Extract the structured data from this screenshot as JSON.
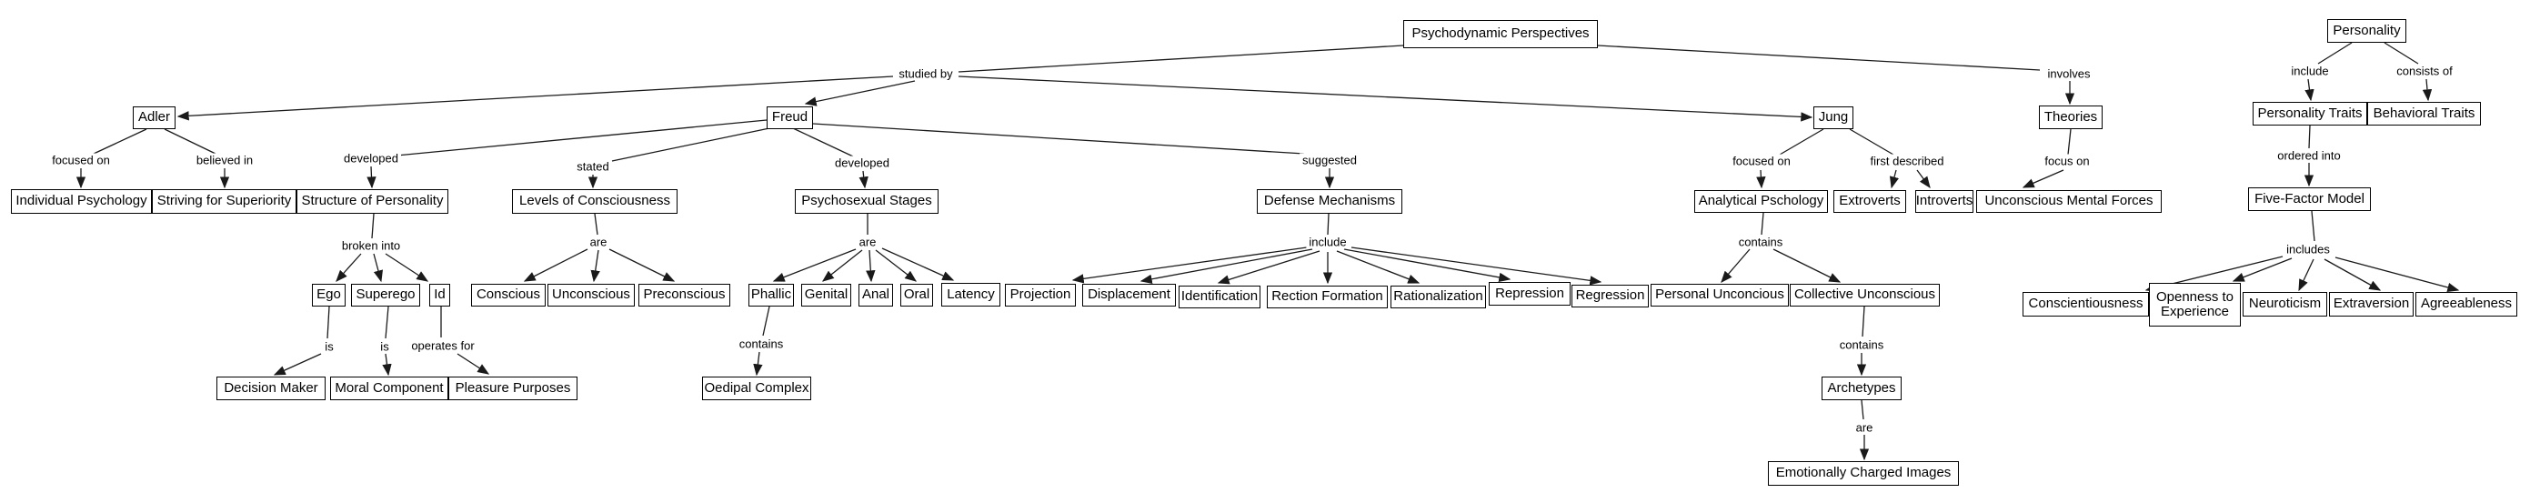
{
  "diagram_title": "Psychodynamic Perspectives",
  "colors": {
    "background": "#ffffff",
    "line": "#1a1a1a",
    "box_border": "#000000",
    "text": "#000000"
  },
  "nodes": {
    "psychodynamic_perspectives": "Psychodynamic Perspectives",
    "personality": "Personality",
    "adler": "Adler",
    "freud": "Freud",
    "jung": "Jung",
    "theories": "Theories",
    "personality_traits": "Personality Traits",
    "behavioral_traits": "Behavioral Traits",
    "individual_psychology": "Individual Psychology",
    "striving_for_superiority": "Striving for Superiority",
    "structure_of_personality": "Structure of Personality",
    "levels_of_consciousness": "Levels of Consciousness",
    "psychosexual_stages": "Psychosexual Stages",
    "defense_mechanisms": "Defense Mechanisms",
    "analytical_pschology": "Analytical Pschology",
    "extroverts": "Extroverts",
    "introverts": "Introverts",
    "unconscious_mental_forces": "Unconscious Mental Forces",
    "five_factor_model": "Five-Factor Model",
    "ego": "Ego",
    "superego": "Superego",
    "id": "Id",
    "conscious": "Conscious",
    "unconscious": "Unconscious",
    "preconscious": "Preconscious",
    "phallic": "Phallic",
    "genital": "Genital",
    "anal": "Anal",
    "oral": "Oral",
    "latency": "Latency",
    "projection": "Projection",
    "displacement": "Displacement",
    "identification": "Identification",
    "rection_formation": "Rection Formation",
    "rationalization": "Rationalization",
    "repression": "Repression",
    "regression": "Regression",
    "personal_unconcious": "Personal Unconcious",
    "collective_unconscious": "Collective Unconscious",
    "conscientiousness": "Conscientiousness",
    "openness_to_experience": "Openness to Experience",
    "neuroticism": "Neuroticism",
    "extraversion": "Extraversion",
    "agreeableness": "Agreeableness",
    "decision_maker": "Decision Maker",
    "moral_component": "Moral Component",
    "pleasure_purposes": "Pleasure Purposes",
    "oedipal_complex": "Oedipal Complex",
    "archetypes": "Archetypes",
    "emotionally_charged_images": "Emotionally Charged Images"
  },
  "labels": {
    "studied_by": "studied by",
    "involves": "involves",
    "include_personality": "include",
    "consists_of": "consists of",
    "focused_on_adler": "focused on",
    "believed_in": "believed in",
    "developed_structure": "developed",
    "stated": "stated",
    "developed_stages": "developed",
    "suggested": "suggested",
    "focused_on_jung": "focused on",
    "first_described": "first described",
    "focus_on": "focus on",
    "ordered_into": "ordered into",
    "broken_into": "broken into",
    "are_levels": "are",
    "are_stages": "are",
    "include_defense": "include",
    "contains_analytical": "contains",
    "includes_ffm": "includes",
    "is_ego": "is",
    "is_superego": "is",
    "operates_for": "operates for",
    "contains_phallic": "contains",
    "contains_collective": "contains",
    "are_archetypes": "are"
  },
  "edges": [
    {
      "from": "Psychodynamic Perspectives",
      "label": "studied by",
      "to": [
        "Adler",
        "Freud",
        "Jung"
      ]
    },
    {
      "from": "Psychodynamic Perspectives",
      "label": "involves",
      "to": [
        "Theories"
      ]
    },
    {
      "from": "Personality",
      "label": "include",
      "to": [
        "Personality Traits"
      ]
    },
    {
      "from": "Personality",
      "label": "consists of",
      "to": [
        "Behavioral Traits"
      ]
    },
    {
      "from": "Adler",
      "label": "focused on",
      "to": [
        "Individual Psychology"
      ]
    },
    {
      "from": "Adler",
      "label": "believed in",
      "to": [
        "Striving for Superiority"
      ]
    },
    {
      "from": "Freud",
      "label": "developed",
      "to": [
        "Structure of Personality"
      ]
    },
    {
      "from": "Freud",
      "label": "stated",
      "to": [
        "Levels of Consciousness"
      ]
    },
    {
      "from": "Freud",
      "label": "developed",
      "to": [
        "Psychosexual Stages"
      ]
    },
    {
      "from": "Freud",
      "label": "suggested",
      "to": [
        "Defense Mechanisms"
      ]
    },
    {
      "from": "Structure of Personality",
      "label": "broken into",
      "to": [
        "Ego",
        "Superego",
        "Id"
      ]
    },
    {
      "from": "Levels of Consciousness",
      "label": "are",
      "to": [
        "Conscious",
        "Unconscious",
        "Preconscious"
      ]
    },
    {
      "from": "Psychosexual Stages",
      "label": "are",
      "to": [
        "Phallic",
        "Genital",
        "Anal",
        "Oral",
        "Latency"
      ]
    },
    {
      "from": "Defense Mechanisms",
      "label": "include",
      "to": [
        "Projection",
        "Displacement",
        "Identification",
        "Rection Formation",
        "Rationalization",
        "Repression",
        "Regression"
      ]
    },
    {
      "from": "Jung",
      "label": "focused on",
      "to": [
        "Analytical Pschology"
      ]
    },
    {
      "from": "Jung",
      "label": "first described",
      "to": [
        "Extroverts",
        "Introverts"
      ]
    },
    {
      "from": "Theories",
      "label": "focus on",
      "to": [
        "Unconscious Mental Forces"
      ]
    },
    {
      "from": "Analytical Pschology",
      "label": "contains",
      "to": [
        "Personal Unconcious",
        "Collective Unconscious"
      ]
    },
    {
      "from": "Collective Unconscious",
      "label": "contains",
      "to": [
        "Archetypes"
      ]
    },
    {
      "from": "Archetypes",
      "label": "are",
      "to": [
        "Emotionally Charged Images"
      ]
    },
    {
      "from": "Ego",
      "label": "is",
      "to": [
        "Decision Maker"
      ]
    },
    {
      "from": "Superego",
      "label": "is",
      "to": [
        "Moral Component"
      ]
    },
    {
      "from": "Id",
      "label": "operates for",
      "to": [
        "Pleasure Purposes"
      ]
    },
    {
      "from": "Phallic",
      "label": "contains",
      "to": [
        "Oedipal Complex"
      ]
    },
    {
      "from": "Personality Traits",
      "label": "ordered into",
      "to": [
        "Five-Factor Model"
      ]
    },
    {
      "from": "Five-Factor Model",
      "label": "includes",
      "to": [
        "Conscientiousness",
        "Openness to Experience",
        "Neuroticism",
        "Extraversion",
        "Agreeableness"
      ]
    }
  ]
}
